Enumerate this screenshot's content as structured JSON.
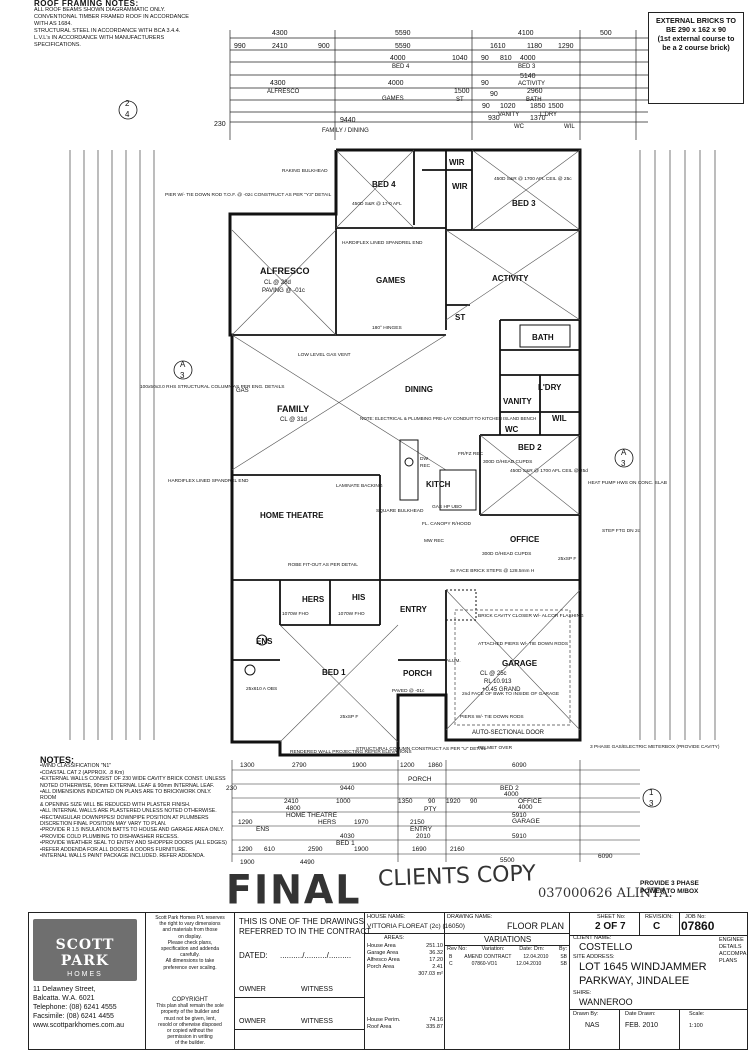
{
  "notes_top": {
    "heading": "ROOF FRAMING NOTES:",
    "lines": [
      "ALL ROOF BEAMS SHOWN DIAGRAMMATIC ONLY.",
      "CONVENTIONAL TIMBER FRAMED ROOF IN ACCORDANCE",
      "WITH AS 1684.",
      "STRUCTURAL STEEL IN ACCORDANCE WITH BCA 3.4.4.",
      "L.V.L's IN ACCORDANCE WITH MANUFACTURERS",
      "SPECIFICATIONS."
    ]
  },
  "bricks_note": [
    "EXTERNAL BRICKS TO",
    "BE 290 x 162 x 90",
    "(1st external course to",
    "be a 2 course brick)"
  ],
  "top_dims": {
    "r1": [
      "4300",
      "5590",
      "4100",
      "500"
    ],
    "r2": [
      "990",
      "2410",
      "900",
      "5590",
      "1610",
      "1180",
      "1290"
    ],
    "r3": [
      "1040",
      "BED 4",
      "4000",
      "90",
      "810",
      "BED 3",
      "4000"
    ],
    "r4": [
      "4300",
      "ALFRESCO",
      "4000",
      "GAMES",
      "90",
      "5140",
      "ACTIVITY"
    ],
    "r5": [
      "1500",
      "ST",
      "90",
      "2960",
      "BATH"
    ],
    "r6": [
      "230",
      "9440",
      "90",
      "1020",
      "1850",
      "VANITY",
      "WC",
      "L'DRY",
      "WIL"
    ],
    "r7": [
      "FAMILY / DINING",
      "930",
      "1500",
      "1370"
    ]
  },
  "rooms": {
    "wir1": "WIR",
    "wir2": "WIR",
    "bed4": "BED 4",
    "bed3": "BED 3",
    "alfresco": "ALFRESCO",
    "games": "GAMES",
    "activity": "ACTIVITY",
    "st": "ST",
    "bath": "BATH",
    "ldry": "L'DRY",
    "vanity": "VANITY",
    "wil": "WIL",
    "wc": "WC",
    "dining": "DINING",
    "family": "FAMILY",
    "bed2": "BED 2",
    "kitch": "KITCH",
    "home_theatre": "HOME THEATRE",
    "office": "OFFICE",
    "hers": "HERS",
    "his": "HIS",
    "entry": "ENTRY",
    "ens": "ENS",
    "bed1": "BED 1",
    "porch": "PORCH",
    "garage": "GARAGE"
  },
  "plan_labels": {
    "raking": "RAKING BULKHEAD",
    "pier_tie": "PIER W/- TIE DOWN ROD T.O.F. @ -02c CONSTRUCT AS PER \"Y3\" DETAIL",
    "bed4_ceil": "450D S&R @ 17-0 AFL",
    "bed3_ceil": "450D S&R @ 1700 AFL CEIL @ 25c",
    "hardiflex1": "HARDIFLEX LINED SPANDREL END",
    "alf_cl": "CL @ 28d",
    "alf_paving": "PAVING @ -01c",
    "hinges": "180° HINGES",
    "low_gas": "LOW LEVEL GAS VENT",
    "rhs": "100x50x3.0 RHS STRUCTURAL COLUMN AS PER ENG. DETAILS",
    "gas": "GAS",
    "family_cl": "CL @ 31d",
    "note_elec": "NOTE: ELECTRICAL & PLUMBING PRE-LAY CONDUIT TO KITCHEN ISLAND BENCH",
    "dw": "DW",
    "rec": "REC",
    "frfz": "FR/FZ REC",
    "ohead1": "300D O/HEAD CUPDS",
    "bed2_ceil": "450D S&R @ 1700 AFL CEIL @ 25d",
    "heatpump": "HEAT PUMP HWS ON CONC. SLAB",
    "hardiflex2": "HARDIFLEX LINED SPANDREL END",
    "laminate": "LAMINATE BACKING",
    "bulkhead": "SQUARE BULKHEAD",
    "gashp": "GAS HP UBO",
    "canopy": "FL. CANOPY R/HOOD",
    "mw": "MW REC",
    "ohead2": "300D O/HEAD CUPDS",
    "step": "STEP FTG DN 2c",
    "brick_steps": "3x FACE BRICK STEPS @ 128.5mm H",
    "robe": "ROBE FIT-OUT AS PER DETAIL",
    "cavity": "BRICK CAVITY CLOSER W/- ALCOR FLASHING",
    "garage_cl": "CL @ 25c",
    "garage_rl": "RL 10.913",
    "garage_grnd": "+0.45 GRAND",
    "attached": "ATTACHED PIERS W/- TIE DOWN RODS",
    "bwk": "2nd FACE OF BWK TO INSIDE OF GARAGE",
    "piers": "PIERS W/- TIE DOWN RODS",
    "sectional": "AUTO-SECTIONAL DOOR",
    "pelmet": "PELMET OVER",
    "alum": "ALUM.",
    "paved": "PAVED @ -01c",
    "rendered": "RENDERED WALL PROJECTING REFER ELEVATIONS",
    "structural": "STRUCTURAL COLUMN CONSTRUCT AS PER \"U\" DETAIL",
    "meterbox": "3 PHASE GAS/ELECTRIC METERBOX (PROVIDE CAVITY)",
    "obs": "25x610 A OBS",
    "sxpf1": "25xSP F",
    "sxpf2": "25xSP F",
    "fho1": "1070W FHO",
    "fho2": "1070W FHO"
  },
  "bottom_dims": {
    "r1": [
      "1300",
      "2790",
      "1900",
      "1200",
      "1860",
      "6090"
    ],
    "r2": [
      "PORCH"
    ],
    "r3": [
      "230",
      "9440",
      "BED 2",
      "4000"
    ],
    "r4": [
      "2410",
      "1000",
      "1350",
      "90",
      "1920",
      "90",
      "OFFICE",
      "4000"
    ],
    "r5": [
      "4800",
      "HOME THEATRE",
      "PTY",
      "5910",
      "GARAGE"
    ],
    "r6": [
      "1290",
      "ENS",
      "HERS",
      "1970",
      "2150",
      "ENTRY"
    ],
    "r7": [
      "4030",
      "BED 1",
      "2010",
      "5910"
    ],
    "r8": [
      "1290",
      "610",
      "2590",
      "1900",
      "1690",
      "2160"
    ],
    "r9": [
      "1900",
      "4490",
      "5500",
      "6090"
    ]
  },
  "notes_bottom": {
    "heading": "NOTES:",
    "lines": [
      "•WIND CLASSIFICATION \"N1\"",
      "•COASTAL CAT 2 (APPROX. .8 Km)",
      "•EXTERNAL WALLS CONSIST OF 230 WIDE CAVITY BRICK CONST. UNLESS",
      " NOTED OTHERWISE, 90mm EXTERNAL LEAF & 90mm INTERNAL LEAF.",
      "•ALL DIMENSIONS INDICATED ON PLANS ARE TO BRICKWORK ONLY. ROOM",
      " & OPENING SIZE WILL BE REDUCED WITH PLASTER FINISH.",
      "•ALL INTERNAL WALLS ARE PLASTERED UNLESS NOTED OTHERWISE.",
      "•RECTANGULAR DOWNPIPES! DOWNPIPE POSITION AT PLUMBERS",
      " DISCRETION FINAL POSITION MAY VARY TO PLAN.",
      "•PROVIDE R 1.5 INSULATION BATTS TO HOUSE AND GARAGE AREA ONLY.",
      "•PROVIDE COLD PLUMBING TO DISHWASHER RECESS.",
      "•PROVIDE WEATHER SEAL TO ENTRY AND SHOPPER DOORS (ALL EDGES)",
      "•REFER ADDENDA FOR ALL DOORS & DOORS FURNITURE.",
      "•INTERNAL WALLS PAINT PACKAGE INCLUDED. REFER ADDENDA."
    ]
  },
  "stamps": {
    "final": "FINAL",
    "clients": "CLIENTS COPY",
    "handwritten": "037000626 ALINTA."
  },
  "provide": [
    "PROVIDE 3 PHASE",
    "POWER TO M/BOX"
  ],
  "title_block": {
    "logo_main": "SCOTT PARK",
    "logo_sub": "HOMES",
    "address": [
      "11 Delawney Street,",
      "Balcatta. W.A. 6021",
      "Telephone: (08) 6241 4555",
      "Facsimile: (08) 6241 4455",
      "www.scottparkhomes.com.au"
    ],
    "legal": [
      "Scott Park Homes P/L reserves",
      "the right to vary dimensions",
      "and materials from those",
      "on display.",
      "Please check plans,",
      "specification and addenda",
      "carefully.",
      "All dimensions to take",
      "preference over scaling."
    ],
    "copyright_h": "COPYRIGHT",
    "copyright": [
      "This plan shall remain the sole",
      "property of the builder and",
      "must not be given, lent,",
      "resold or otherwise disposed",
      "or copied without the",
      "permission in writing",
      "of the builder."
    ],
    "one_of": [
      "THIS IS ONE OF THE DRAWINGS",
      "REFERRED TO IN THE CONTRACT."
    ],
    "dated": "DATED:",
    "dated_blank": "........../........../..........",
    "owner1": "OWNER",
    "witness1": "WITNESS",
    "owner2": "OWNER",
    "witness2": "WITNESS",
    "house_name_h": "HOUSE NAME:",
    "house_name": "VITTORIA FLOREAT (2c) (16050)",
    "areas_h": "AREAS:",
    "areas": [
      {
        "k": "House Area",
        "v": "251.10"
      },
      {
        "k": "Garage Area",
        "v": "36.32"
      },
      {
        "k": "Alfresco Area",
        "v": "17.20"
      },
      {
        "k": "Porch Area",
        "v": "2.41"
      },
      {
        "k": "",
        "v": "307.03 m²"
      }
    ],
    "perim": [
      {
        "k": "House Perim.",
        "v": "74.16"
      },
      {
        "k": "Roof Area",
        "v": "335.87"
      }
    ],
    "drawing_name_h": "DRAWING NAME:",
    "drawing_name": "FLOOR PLAN",
    "variations_h": "VARIATIONS",
    "var_cols": [
      "Rev No:",
      "Variation:",
      "Date: Drn:",
      "By:"
    ],
    "var_rows": [
      [
        "B",
        "AMEND CONTRACT",
        "12.04.2010",
        "SB"
      ],
      [
        "C",
        "07860-VO1",
        "12.04.2010",
        "SB"
      ]
    ],
    "sheet_h": "SHEET No:",
    "sheet": "2 OF 7",
    "revision_h": "REVISION:",
    "revision": "C",
    "job_h": "JOB No:",
    "job": "07860",
    "client_h": "CLIENT NAME:",
    "client": "COSTELLO",
    "site_h": "SITE ADDRESS:",
    "site1": "LOT 1645 WINDJAMMER",
    "site2": "PARKWAY, JINDALEE",
    "shire_h": "SHIRE:",
    "shire": "WANNEROO",
    "eng": [
      "ENGINEE",
      "DETAILS",
      "ACCOMPA",
      "PLANS"
    ],
    "drawn_by_h": "Drawn By:",
    "drawn_by": "NAS",
    "date_h": "Date Drawn:",
    "date": "FEB. 2010",
    "scale_h": "Scale:",
    "scale": "1:100"
  }
}
